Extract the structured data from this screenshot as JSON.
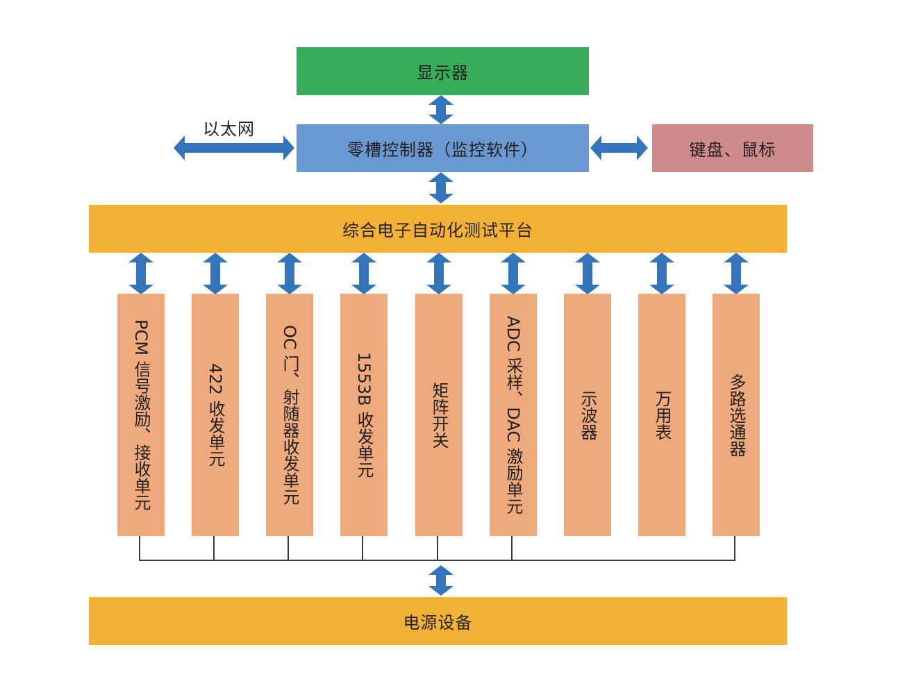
{
  "diagram": {
    "display": "显示器",
    "controller": "零槽控制器（监控软件）",
    "keyboard_mouse": "键盘、鼠标",
    "ethernet": "以太网",
    "platform": "综合电子自动化测试平台",
    "power": "电源设备",
    "units": [
      {
        "label": "PCM 信号激励、接收单元",
        "on_power_bus": true
      },
      {
        "label": "422 收发单元",
        "on_power_bus": true
      },
      {
        "label": "OC 门、射随器收发单元",
        "on_power_bus": true
      },
      {
        "label": "1553B 收发单元",
        "on_power_bus": true
      },
      {
        "label": "矩阵开关",
        "on_power_bus": true
      },
      {
        "label": "ADC 采样、DAC 激励单元",
        "on_power_bus": true
      },
      {
        "label": "示波器",
        "on_power_bus": false
      },
      {
        "label": "万用表",
        "on_power_bus": false
      },
      {
        "label": "多路选通器",
        "on_power_bus": true
      }
    ],
    "colors": {
      "display": "#37ad5a",
      "controller": "#6a98d0",
      "keyboard_mouse": "#cf8b8b",
      "platform": "#f3b236",
      "power": "#f3b236",
      "unit": "#eeaa7d",
      "arrow": "#3474bb",
      "bus_line": "#3a3a3a"
    }
  }
}
